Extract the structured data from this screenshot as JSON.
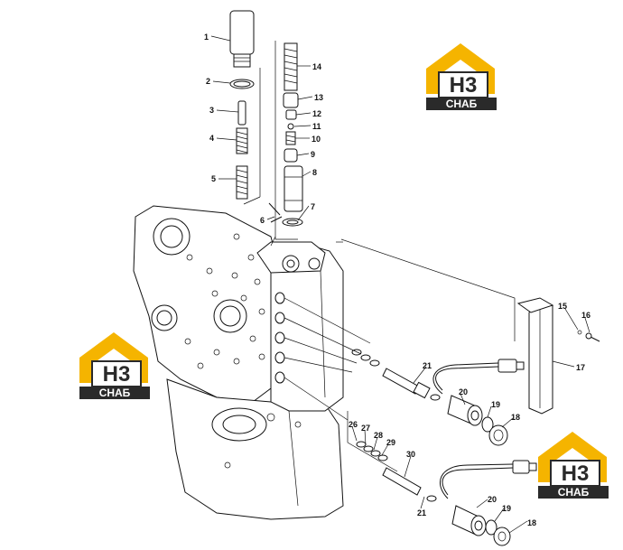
{
  "logo": {
    "letters": "H3",
    "word": "CHAБ",
    "yellow": "#f5b400",
    "dark": "#2a2a2a"
  },
  "callouts": [
    "1",
    "2",
    "3",
    "4",
    "5",
    "6",
    "7",
    "8",
    "9",
    "10",
    "11",
    "12",
    "13",
    "14",
    "15",
    "16",
    "17",
    "18",
    "19",
    "20",
    "21",
    "26",
    "27",
    "28",
    "29",
    "30"
  ],
  "callouts_lower": [
    "20",
    "19",
    "18",
    "21"
  ]
}
